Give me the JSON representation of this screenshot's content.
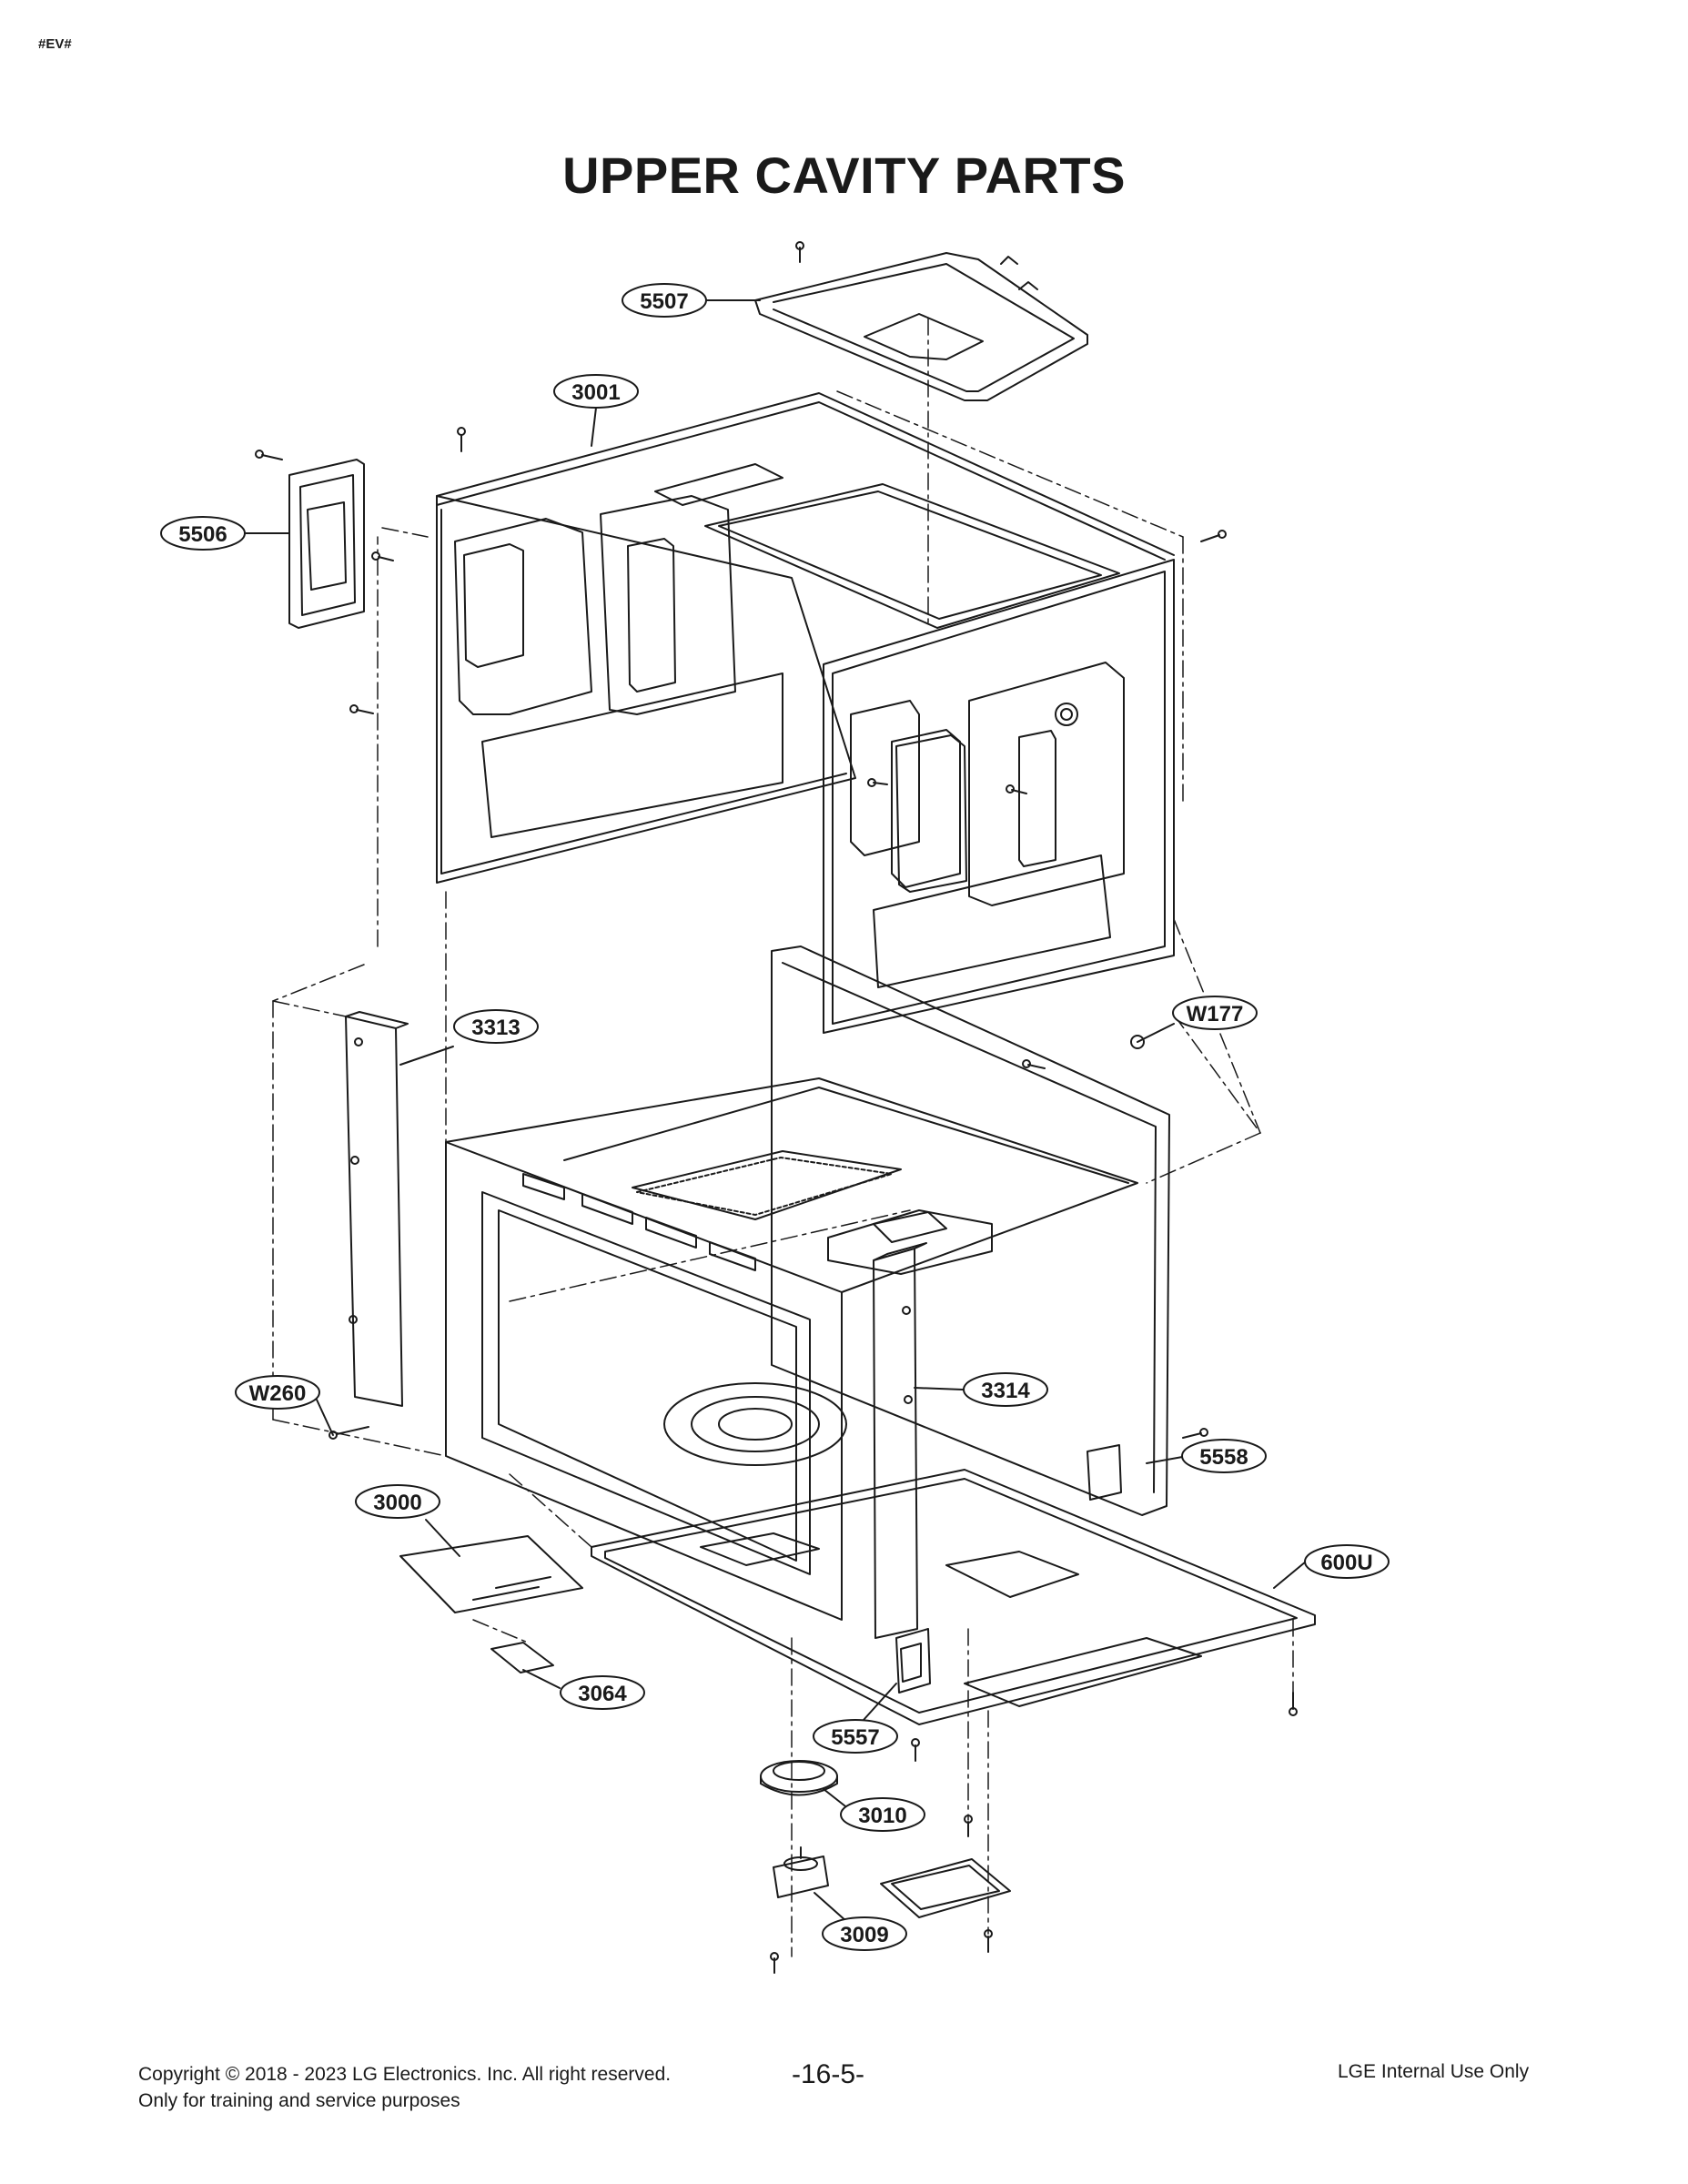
{
  "header": {
    "tag": "#EV#",
    "title": "UPPER CAVITY PARTS"
  },
  "callouts": [
    "5507",
    "3001",
    "5506",
    "3313",
    "W177",
    "W260",
    "3314",
    "5558",
    "3000",
    "600U",
    "3064",
    "5557",
    "3010",
    "3009"
  ],
  "footer": {
    "copyright": "Copyright © 2018 - 2023 LG Electronics. Inc. All right reserved.",
    "training": "Only for training and service purposes",
    "page": "-16-5-",
    "internal": "LGE Internal Use Only"
  }
}
